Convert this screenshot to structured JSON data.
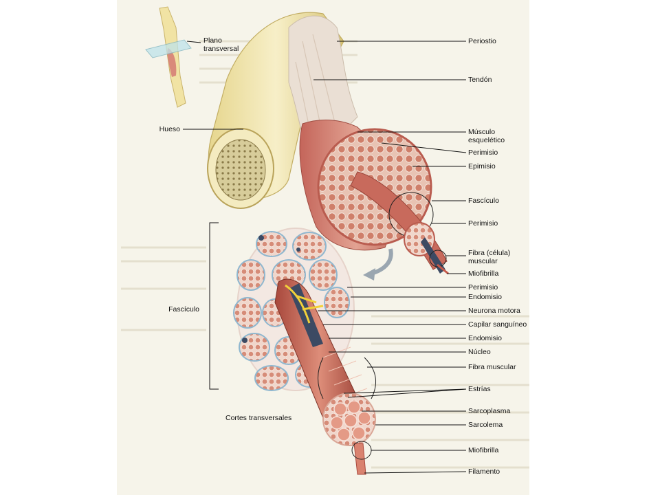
{
  "diagram": {
    "labels_right": [
      "Periostio",
      "Tendón",
      "Músculo esquelético",
      "Perimisio",
      "Epimisio",
      "Fascículo",
      "Perimisio",
      "Fibra (célula) muscular",
      "Miofibrilla",
      "Perimisio",
      "Endomisio",
      "Neurona motora",
      "Capilar sanguíneo",
      "Endomisio",
      "Núcleo",
      "Fibra muscular",
      "Estrías",
      "Sarcoplasma",
      "Sarcolema",
      "Miofibrilla",
      "Filamento"
    ],
    "label_plane": "Plano transversal",
    "label_bone": "Hueso",
    "label_fascicle": "Fascículo",
    "label_cross_sections": "Cortes transversales"
  },
  "colors": {
    "bone": "#efe3a8",
    "bone_shadow": "#d9c77a",
    "muscle": "#d98a7a",
    "muscle_dark": "#b5584a",
    "tendon": "#e9ddd3",
    "nerve": "#f2d23a",
    "vessel": "#3c4a63",
    "background_page": "#f6f4ea"
  }
}
